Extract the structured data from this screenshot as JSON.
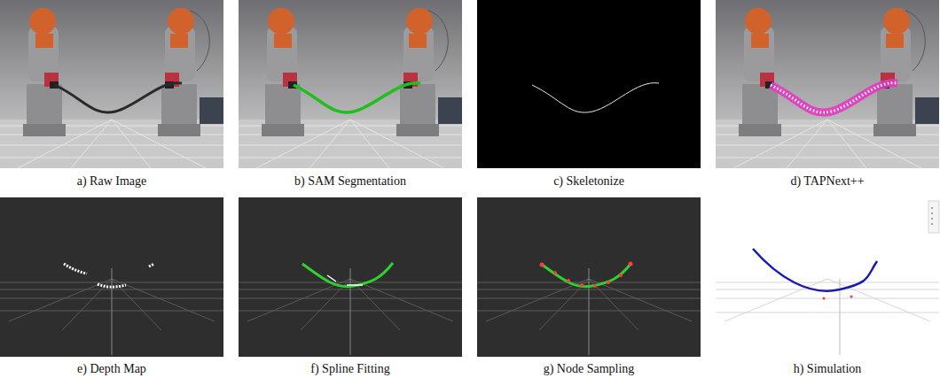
{
  "diagram": {
    "nodes": [
      {
        "text": [
          "a) Raw Image"
        ]
      },
      {
        "text": [
          "b) SAM Segmentation"
        ]
      },
      {
        "text": [
          "c) Skeletonize"
        ]
      },
      {
        "text": [
          "d) TAPNext++"
        ]
      },
      {
        "text": [
          "e) Depth Map"
        ]
      },
      {
        "text": [
          "f) Spline Fitting"
        ]
      },
      {
        "text": [
          "g) Node Sampling"
        ]
      },
      {
        "text": [
          "h) Simulation"
        ]
      }
    ]
  }
}
